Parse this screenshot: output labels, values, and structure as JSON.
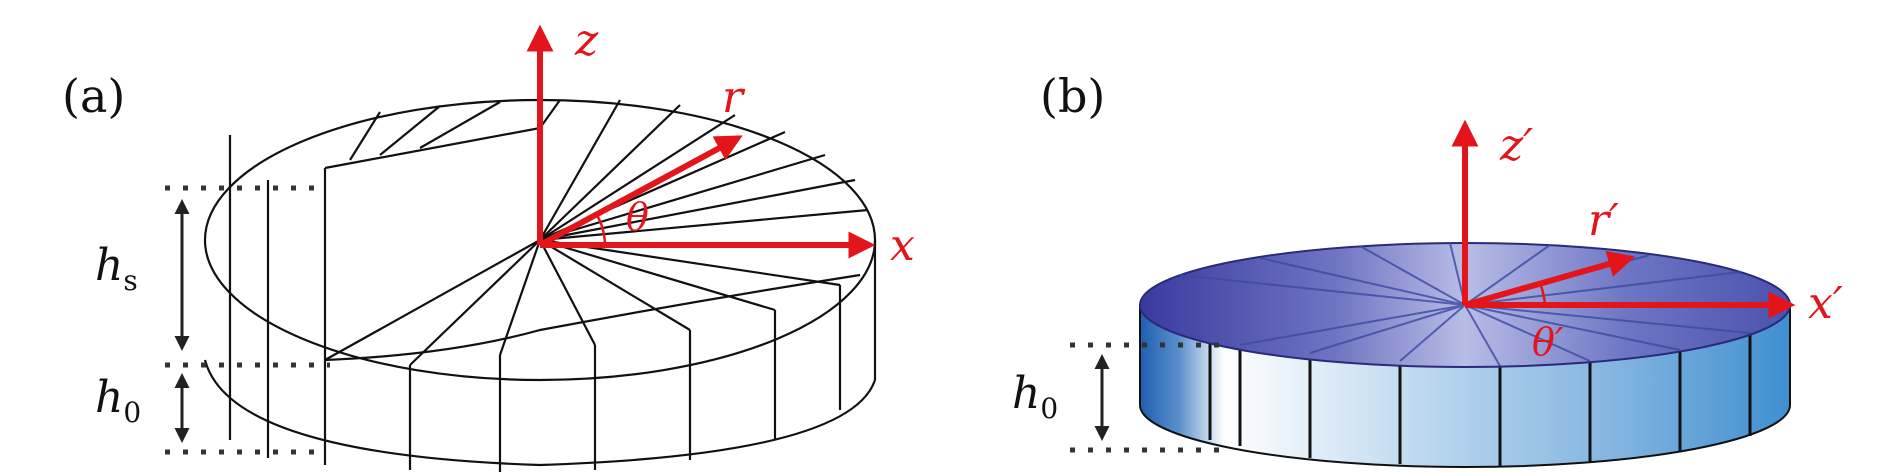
{
  "panel_a": {
    "label": "(a)",
    "axes": {
      "z": "z",
      "r": "r",
      "x": "x",
      "theta": "θ"
    },
    "heights": {
      "hs_main": "h",
      "hs_sub": "s",
      "h0_main": "h",
      "h0_sub": "0"
    }
  },
  "panel_b": {
    "label": "(b)",
    "axes": {
      "z": "z′",
      "r": "r′",
      "x": "x′",
      "theta": "θ′"
    },
    "heights": {
      "h0_main": "h",
      "h0_sub": "0"
    }
  },
  "colors": {
    "axis_red": "#e3151b",
    "outline": "#111111",
    "disk_top": "#4a4aa8",
    "disk_side_dark": "#1f5fb0",
    "disk_side_light": "#eaf3fb",
    "dim_arrow": "#222222"
  }
}
